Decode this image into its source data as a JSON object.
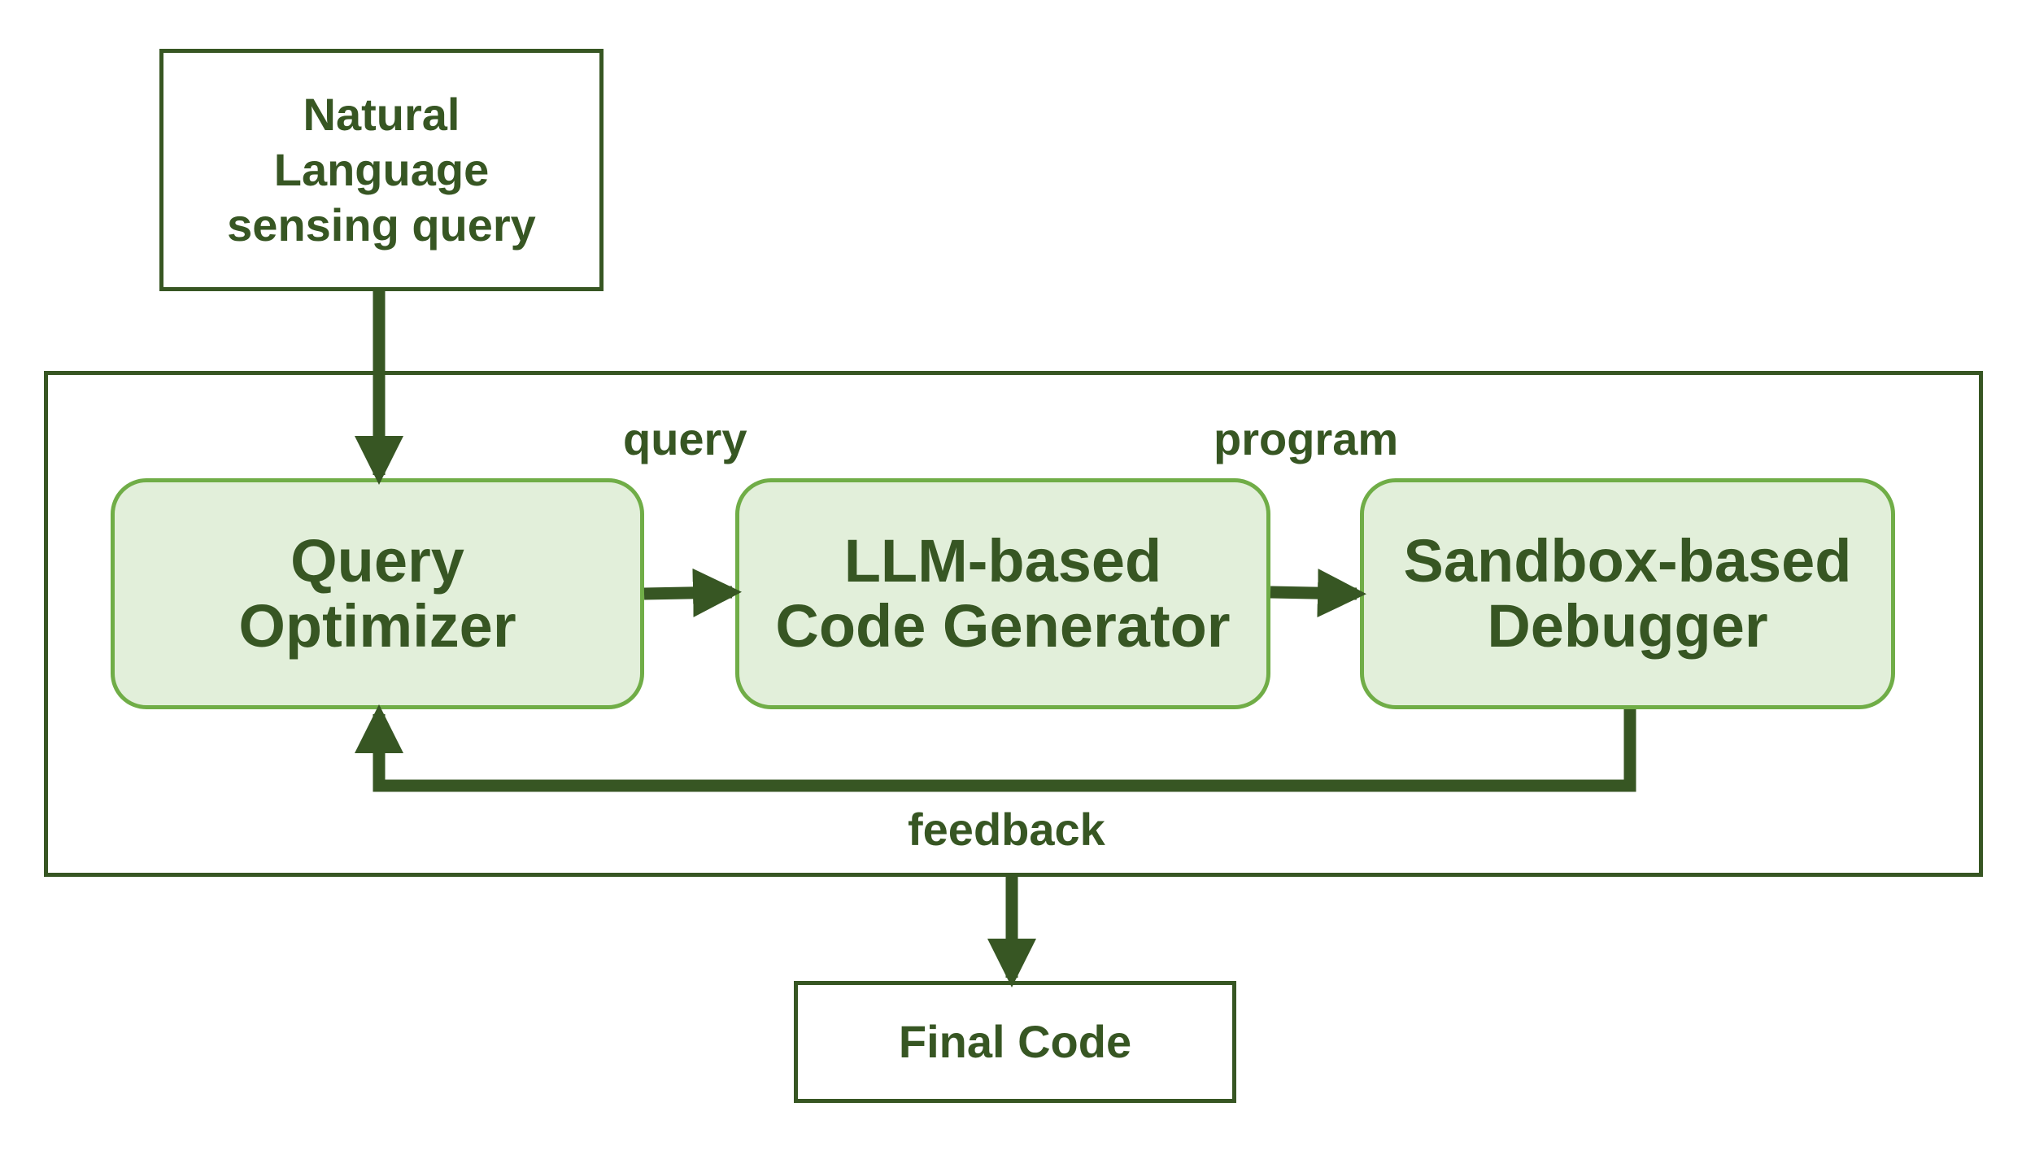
{
  "input_box": {
    "line1": "Natural",
    "line2": "Language",
    "line3": "sensing query"
  },
  "query_optimizer": {
    "line1": "Query",
    "line2": "Optimizer"
  },
  "code_generator": {
    "line1": "LLM-based",
    "line2": "Code Generator"
  },
  "debugger": {
    "line1": "Sandbox-based",
    "line2": "Debugger"
  },
  "edge_labels": {
    "query": "query",
    "program": "program",
    "feedback": "feedback"
  },
  "output_box": {
    "label": "Final Code"
  },
  "colors": {
    "dark_green": "#375623",
    "module_fill": "#e2efda",
    "module_border": "#70ad47"
  }
}
